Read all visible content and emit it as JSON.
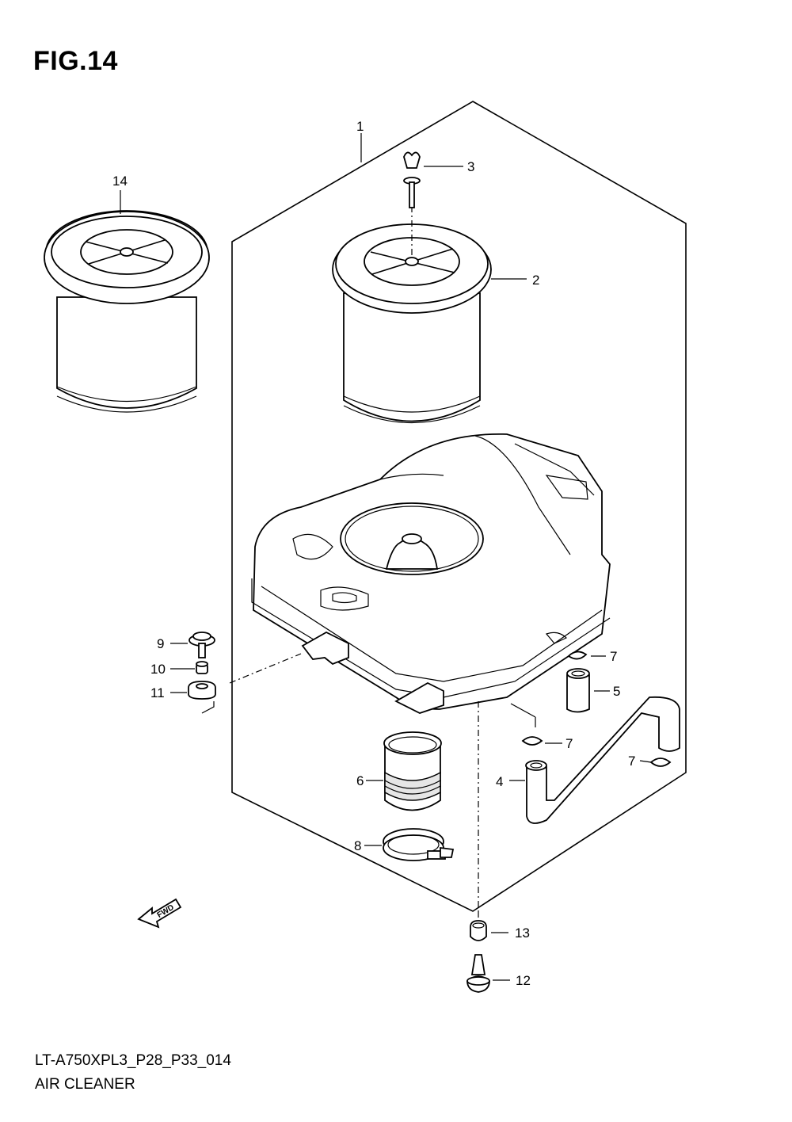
{
  "figure": {
    "title": "FIG.14"
  },
  "footer": {
    "code": "LT-A750XPL3_P28_P33_014",
    "name": "AIR CLEANER"
  },
  "direction_marker": {
    "label": "FWD",
    "icon": "fwd-arrow-icon"
  },
  "callouts": [
    {
      "number": "1",
      "part": "air-cleaner-assembly"
    },
    {
      "number": "2",
      "part": "filter-element"
    },
    {
      "number": "3",
      "part": "wing-bolt"
    },
    {
      "number": "4",
      "part": "drain-hose-long"
    },
    {
      "number": "5",
      "part": "drain-hose-short"
    },
    {
      "number": "6",
      "part": "outlet-tube"
    },
    {
      "number": "7",
      "part": "hose-clip"
    },
    {
      "number": "7",
      "part": "hose-clip"
    },
    {
      "number": "7",
      "part": "hose-clip"
    },
    {
      "number": "8",
      "part": "clamp"
    },
    {
      "number": "9",
      "part": "bolt"
    },
    {
      "number": "10",
      "part": "collar"
    },
    {
      "number": "11",
      "part": "cushion"
    },
    {
      "number": "12",
      "part": "drain-plug"
    },
    {
      "number": "13",
      "part": "cap"
    },
    {
      "number": "14",
      "part": "spare-filter-element"
    }
  ]
}
